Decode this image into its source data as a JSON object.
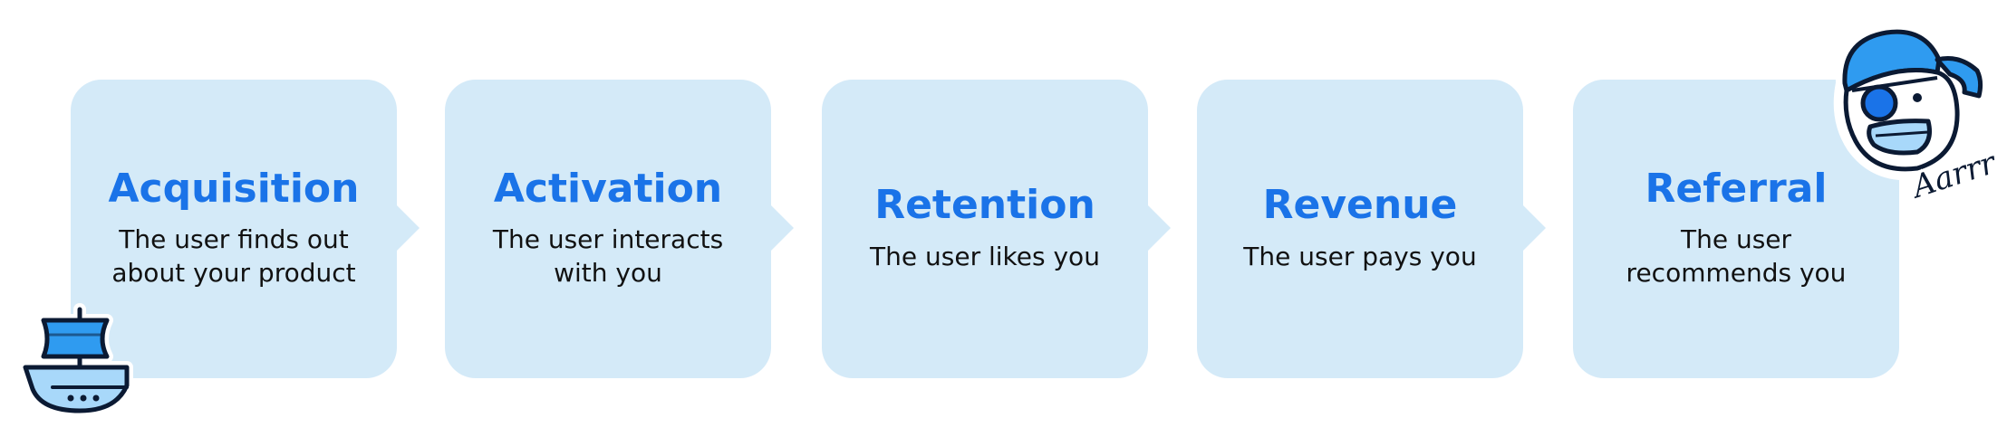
{
  "colors": {
    "card_fill": "#d4eaf8",
    "title": "#1a73e8",
    "text": "#111111",
    "icon_blue": "#2f9bf0",
    "icon_dark": "#0b1a33",
    "icon_light": "#a8d8fa"
  },
  "stages": [
    {
      "title": "Acquisition",
      "description": "The user finds out about your product"
    },
    {
      "title": "Activation",
      "description": "The user interacts with you"
    },
    {
      "title": "Retention",
      "description": "The user likes you"
    },
    {
      "title": "Revenue",
      "description": "The user pays you"
    },
    {
      "title": "Referral",
      "description": "The user recommends you"
    }
  ],
  "icons": {
    "ship": "pirate-ship-icon",
    "pirate": "pirate-head-icon"
  },
  "pirate_caption": "Aarrr"
}
